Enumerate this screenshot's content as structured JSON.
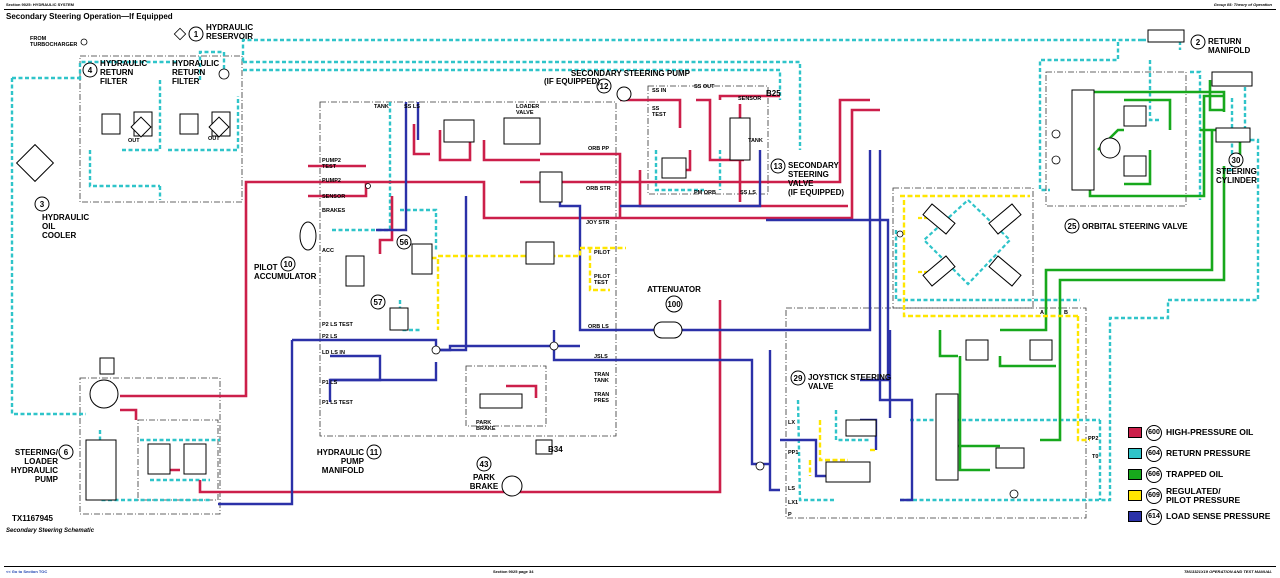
{
  "header": {
    "left": "Section 9025: HYDRAULIC SYSTEM",
    "right": "Group 05: Theory of Operation"
  },
  "footer": {
    "left": "<< Go to Section TOC",
    "center": "Section 9025 page 34",
    "right": "TM13321X19 OPERATION AND TEST MANUAL"
  },
  "title": "Secondary Steering Operation—If Equipped",
  "figure_id": "TX1167945",
  "caption": "Secondary Steering Schematic",
  "colors": {
    "high_pressure": "#cc1f4a",
    "return": "#2fc4c9",
    "trapped": "#17a81c",
    "pilot": "#ffe600",
    "load_sense": "#2b31a8"
  },
  "components": [
    {
      "num": "1",
      "label": "HYDRAULIC\nRESERVOIR"
    },
    {
      "num": "2",
      "label": "RETURN\nMANIFOLD"
    },
    {
      "num": "3",
      "label": "HYDRAULIC\nOIL\nCOOLER"
    },
    {
      "num": "4",
      "label": "HYDRAULIC\nRETURN\nFILTER"
    },
    {
      "num": "6",
      "label": "STEERING/\nLOADER\nHYDRAULIC\nPUMP"
    },
    {
      "num": "10",
      "label": "PILOT\nACCUMULATOR"
    },
    {
      "num": "11",
      "label": "HYDRAULIC\nPUMP\nMANIFOLD"
    },
    {
      "num": "12",
      "label": "SECONDARY STEERING PUMP\n(IF EQUIPPED)"
    },
    {
      "num": "13",
      "label": "SECONDARY\nSTEERING\nVALVE\n(IF EQUIPPED)"
    },
    {
      "num": "25",
      "label": "ORBITAL STEERING VALVE"
    },
    {
      "num": "29",
      "label": "JOYSTICK STEERING\nVALVE"
    },
    {
      "num": "30",
      "label": "STEERING\nCYLINDER"
    },
    {
      "num": "43",
      "label": "PARK\nBRAKE"
    },
    {
      "num": "56",
      "label": ""
    },
    {
      "num": "57",
      "label": ""
    },
    {
      "num": "100",
      "label": "ATTENUATOR"
    }
  ],
  "extra_labels": {
    "filter_label": "HYDRAULIC\nRETURN\nFILTER",
    "from_turbo": "FROM\nTURBOCHARGER",
    "b25": "B25",
    "b34": "B34",
    "out": "OUT"
  },
  "port_labels": [
    "TANK",
    "SS LS",
    "LOADER\nVALVE",
    "PUMP2\nTEST",
    "PUMP2",
    "SENSOR",
    "BRAKES",
    "ACC",
    "ORB PP",
    "ORB STR",
    "JOY STR",
    "PILOT",
    "PILOT\nTEST",
    "ORB LS",
    "JSLS",
    "P2 LS TEST",
    "P2 LS",
    "LD LS IN",
    "P1 LS",
    "P1 LS TEST",
    "TRAN\nTANK",
    "TRAN\nPRES",
    "PARK\nBRAKE",
    "SS IN",
    "SS OUT",
    "SS\nTEST",
    "PM ORB",
    "SS LS",
    "LX",
    "PP1",
    "LS",
    "LX1",
    "P",
    "T0",
    "PP2",
    "A",
    "B"
  ],
  "legend": [
    {
      "num": "600",
      "label": "HIGH-PRESSURE OIL",
      "color": "#cc1f4a"
    },
    {
      "num": "604",
      "label": "RETURN PRESSURE",
      "color": "#2fc4c9"
    },
    {
      "num": "606",
      "label": "TRAPPED OIL",
      "color": "#17a81c"
    },
    {
      "num": "609",
      "label": "REGULATED/\nPILOT PRESSURE",
      "color": "#ffe600"
    },
    {
      "num": "614",
      "label": "LOAD SENSE PRESSURE",
      "color": "#2b31a8"
    }
  ]
}
